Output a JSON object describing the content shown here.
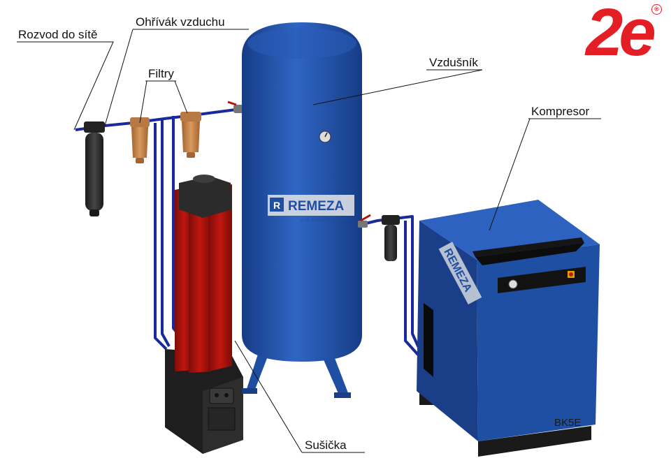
{
  "logo": {
    "text": "2e",
    "registered": "®",
    "color": "#e31e24"
  },
  "labels": {
    "rozvod": "Rozvod do sítě",
    "ohrivak": "Ohřívák vzduchu",
    "filtry": "Filtry",
    "vzdusnik": "Vzdušník",
    "kompresor": "Kompresor",
    "susicka": "Sušička"
  },
  "brand_tank": "REMEZA",
  "brand_tank_sub": "AIR COMPRESSORS",
  "brand_compressor": "REMEZA",
  "model": "BK5E",
  "colors": {
    "equipment_blue": "#1f4fa3",
    "pipe_blue": "#1a2a9a",
    "dryer_red": "#b2140e",
    "filter_orange": "#c9844a",
    "dark": "#2a2a2a"
  }
}
